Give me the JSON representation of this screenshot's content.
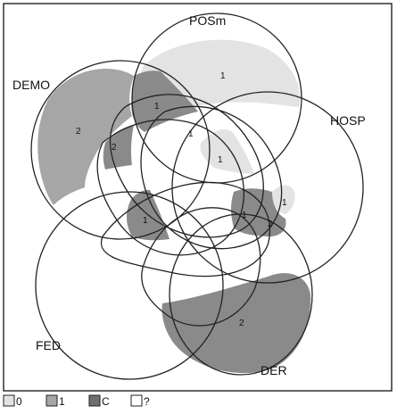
{
  "sets": [
    {
      "id": "POSm",
      "label": "POSm"
    },
    {
      "id": "DEMO",
      "label": "DEMO"
    },
    {
      "id": "HOSP",
      "label": "HOSP"
    },
    {
      "id": "FED",
      "label": "FED"
    },
    {
      "id": "DER",
      "label": "DER"
    }
  ],
  "regions": [
    {
      "id": "posm-only",
      "sets": [
        "POSm"
      ],
      "count": "1",
      "color": "#e3e3e3"
    },
    {
      "id": "demo-only",
      "sets": [
        "DEMO"
      ],
      "count": "2",
      "color": "#a6a6a6"
    },
    {
      "id": "posm-demo",
      "sets": [
        "POSm",
        "DEMO"
      ],
      "count": "1",
      "color": "#8a8a8a"
    },
    {
      "id": "demo-fed",
      "sets": [
        "DEMO",
        "FED"
      ],
      "count": "2",
      "color": "#8a8a8a"
    },
    {
      "id": "center-top",
      "sets": [
        "POSm",
        "HOSP",
        "DEMO",
        "DER"
      ],
      "count": "1",
      "color": "#ffffff"
    },
    {
      "id": "center-right",
      "sets": [
        "POSm",
        "HOSP",
        "DER"
      ],
      "count": "1",
      "color": "#e3e3e3"
    },
    {
      "id": "hosp-posm",
      "sets": [
        "HOSP",
        "POSm"
      ],
      "count": "1",
      "color": "#e3e3e3"
    },
    {
      "id": "hosp-der-a",
      "sets": [
        "HOSP",
        "DER"
      ],
      "count": "1",
      "color": "#8a8a8a"
    },
    {
      "id": "hosp-der-b",
      "sets": [
        "HOSP",
        "DER",
        "POSm"
      ],
      "count": "2",
      "color": "#8a8a8a"
    },
    {
      "id": "fed-demo-der",
      "sets": [
        "FED",
        "DEMO",
        "DER"
      ],
      "count": "1",
      "color": "#8a8a8a"
    },
    {
      "id": "der-only",
      "sets": [
        "DER"
      ],
      "count": "2",
      "color": "#8a8a8a"
    }
  ],
  "legend": [
    {
      "label": "0",
      "color": "#e3e3e3"
    },
    {
      "label": "1",
      "color": "#a6a6a6"
    },
    {
      "label": "C",
      "color": "#6f6f6f"
    },
    {
      "label": "?",
      "color": "#ffffff"
    }
  ]
}
